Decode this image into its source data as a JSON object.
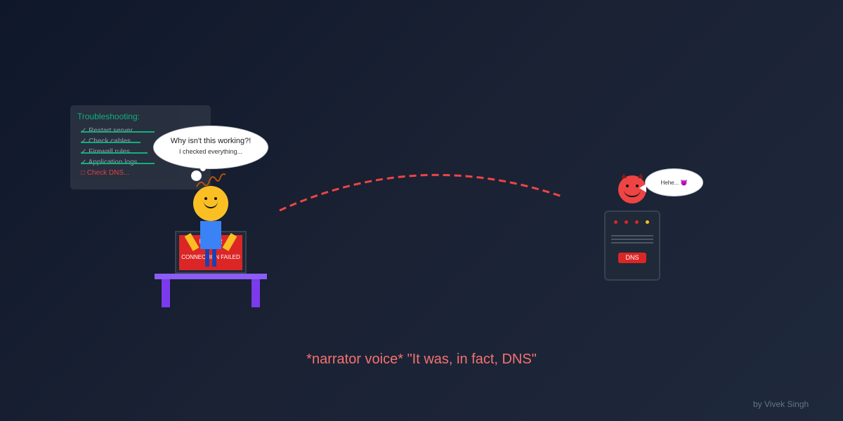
{
  "checklist": {
    "title": "Troubleshooting:",
    "items": [
      {
        "label": "✓ Restart server",
        "done": true
      },
      {
        "label": "✓ Check cables",
        "done": true
      },
      {
        "label": "✓ Firewall rules",
        "done": true
      },
      {
        "label": "✓ Application logs",
        "done": true
      },
      {
        "label": "□ Check DNS...",
        "done": false
      }
    ]
  },
  "thought_bubble": {
    "line1": "Why isn't this working?!",
    "line2": "I checked everything..."
  },
  "laptop_screen": {
    "title": "ERROR",
    "message": "CONNECTION FAILED"
  },
  "dns_server": {
    "label": "DNS",
    "leds": [
      "#dc2626",
      "#dc2626",
      "#dc2626",
      "#fbbf24"
    ]
  },
  "devil_bubble": {
    "text": "Hehe... 😈"
  },
  "narrator": "*narrator voice* \"It was, in fact, DNS\"",
  "credit": "by Vivek Singh",
  "colors": {
    "background_start": "#0f172a",
    "background_end": "#1e293b",
    "accent_green": "#10b981",
    "accent_red": "#ef4444",
    "desk": "#8b5cf6",
    "narrator_text": "#f87171"
  }
}
